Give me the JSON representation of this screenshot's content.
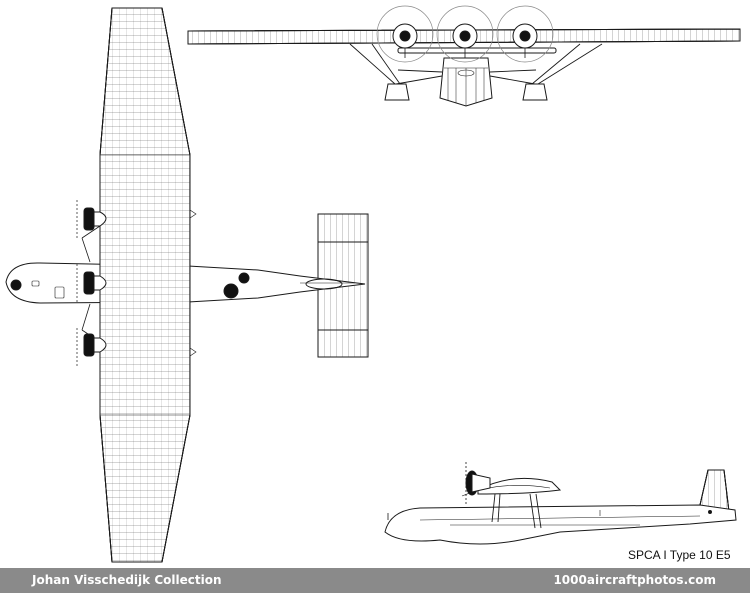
{
  "caption": "SPCA I Type 10 E5",
  "footer": {
    "collection": "Johan Visschedijk Collection",
    "website": "1000aircraftphotos.com"
  },
  "colors": {
    "line": "#1a1a1a",
    "footer_bg": "#8a8a8a",
    "footer_text": "#ffffff"
  }
}
